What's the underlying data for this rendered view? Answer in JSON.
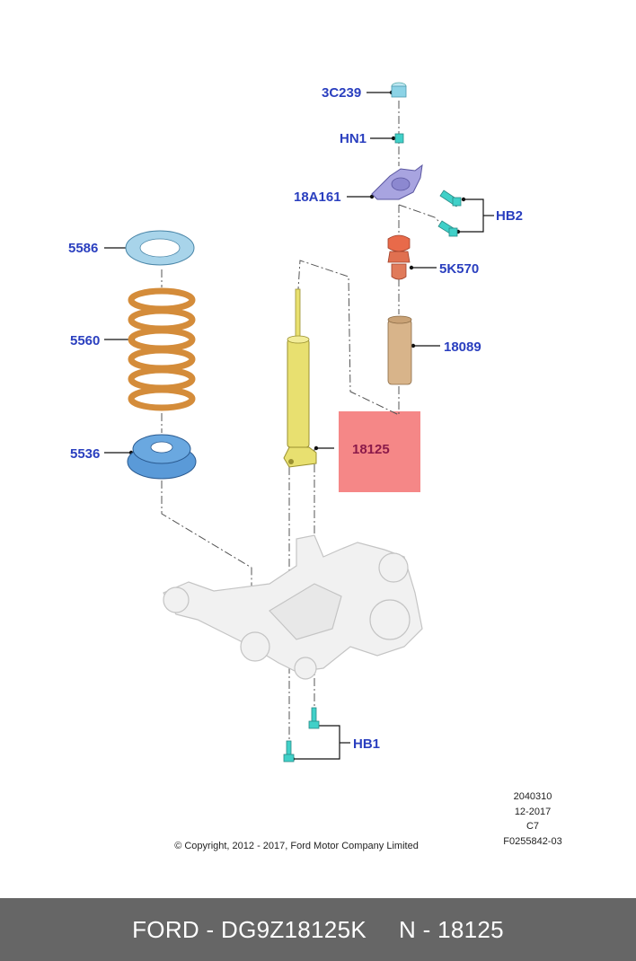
{
  "parts": {
    "p3c239": "3C239",
    "hn1": "HN1",
    "p18a161": "18A161",
    "hb2": "HB2",
    "p5k570": "5K570",
    "p18089": "18089",
    "p18125": "18125",
    "p5586": "5586",
    "p5560": "5560",
    "p5536": "5536",
    "hb1": "HB1"
  },
  "meta": {
    "code": "2040310",
    "date": "12-2017",
    "rev": "C7",
    "figure": "F0255842-03",
    "copyright": "© Copyright, 2012 - 2017, Ford Motor Company Limited"
  },
  "footer": {
    "part_number": "FORD - DG9Z18125K",
    "ref": "N - 18125"
  },
  "colors": {
    "callout": "#2a3fbf",
    "highlight_box": "#f47a7a",
    "footer_bg": "#666666",
    "spring": "#e0a050",
    "shock_body": "#e8e070",
    "seat": "#5a9ad8"
  }
}
